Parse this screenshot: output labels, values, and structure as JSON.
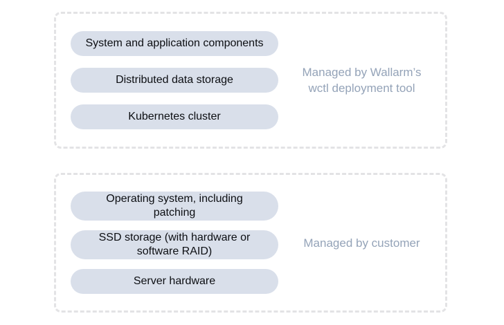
{
  "colors": {
    "background": "#ffffff",
    "border": "#e3e3e5",
    "pill_bg": "#d9dfea",
    "pill_text": "#0c0e12",
    "label_text": "#94a3b8"
  },
  "sections": [
    {
      "name": "managed-by-wallarm",
      "pills": [
        "System and application components",
        "Distributed data storage",
        "Kubernetes cluster"
      ],
      "label": "Managed by Wallarm’s\nwctl deployment tool"
    },
    {
      "name": "managed-by-customer",
      "pills": [
        "Operating system, including\npatching",
        "SSD storage (with hardware or\nsoftware RAID)",
        "Server hardware"
      ],
      "label": "Managed by customer"
    }
  ]
}
